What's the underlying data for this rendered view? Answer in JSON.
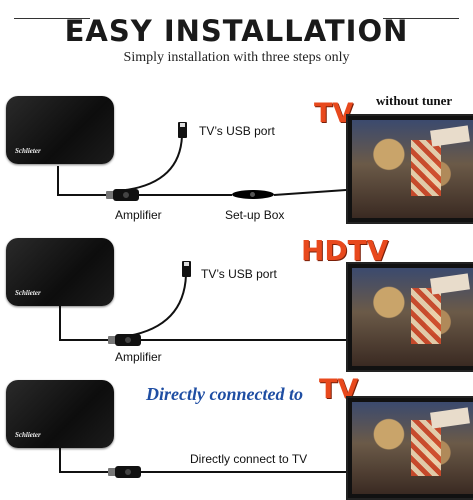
{
  "header": {
    "title": "EASY INSTALLATION",
    "subtitle": "Simply installation with three steps only"
  },
  "brand": "Schlieter",
  "rows": [
    {
      "tv_label": "TV",
      "tv_note": "without tuner",
      "usb_label": "TV’s USB port",
      "amp_label": "Amplifier",
      "box_label": "Set-up Box"
    },
    {
      "tv_label": "HDTV",
      "usb_label": "TV’s USB port",
      "amp_label": "Amplifier"
    },
    {
      "direct_label": "Directly  connected to",
      "tv_label": "TV",
      "direct_text": "Directly connect to TV"
    }
  ],
  "colors": {
    "accent_red": "#e8491d",
    "accent_blue": "#1f4ea3"
  }
}
